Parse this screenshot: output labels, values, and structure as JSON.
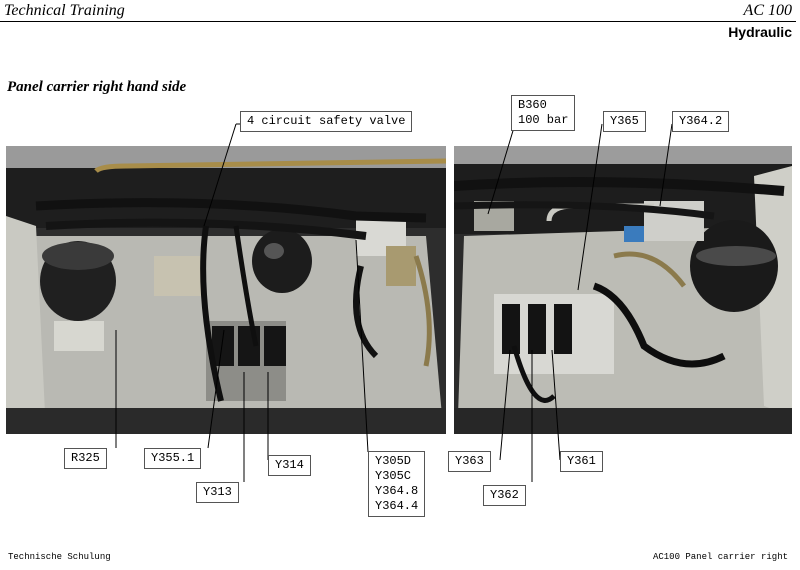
{
  "header": {
    "left": "Technical Training",
    "right": "AC 100",
    "subtitle": "Hydraulic"
  },
  "section_title": "Panel carrier right hand side",
  "labels": {
    "safety_valve": "4 circuit safety valve",
    "b360": "B360\n100 bar",
    "y365": "Y365",
    "y364_2": "Y364.2",
    "r325": "R325",
    "y355_1": "Y355.1",
    "y314": "Y314",
    "y313": "Y313",
    "y305_group": "Y305D\nY305C\nY364.8\nY364.4",
    "y363": "Y363",
    "y361": "Y361",
    "y362": "Y362"
  },
  "footer": {
    "left": "Technische Schulung",
    "right": "AC100 Panel carrier right"
  }
}
